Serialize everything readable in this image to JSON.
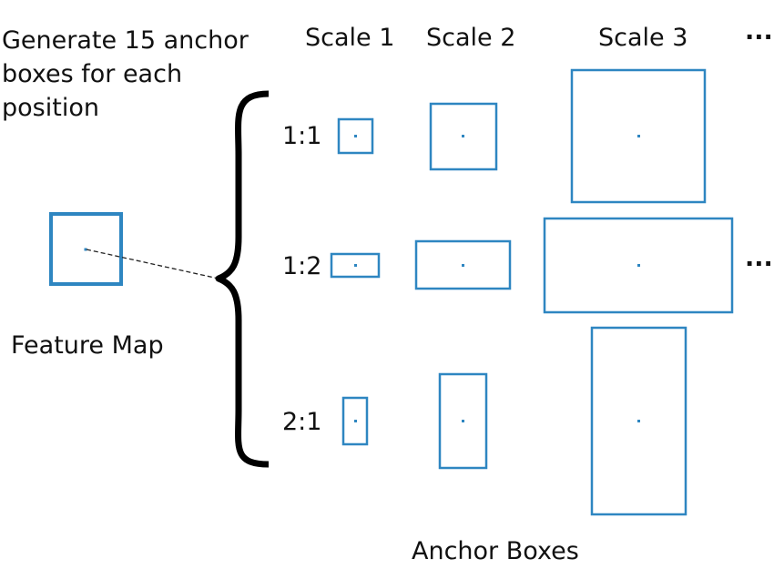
{
  "description": [
    "Generate 15 anchor",
    "boxes for each",
    "position"
  ],
  "feature_map_label": "Feature Map",
  "footer_label": "Anchor Boxes",
  "scales": [
    "Scale 1",
    "Scale 2",
    "Scale 3"
  ],
  "ratios": [
    "1:1",
    "1:2",
    "2:1"
  ],
  "ellipsis": "···",
  "colors": {
    "box": "#2e86c1",
    "text": "#111111",
    "bracket": "#000000"
  }
}
